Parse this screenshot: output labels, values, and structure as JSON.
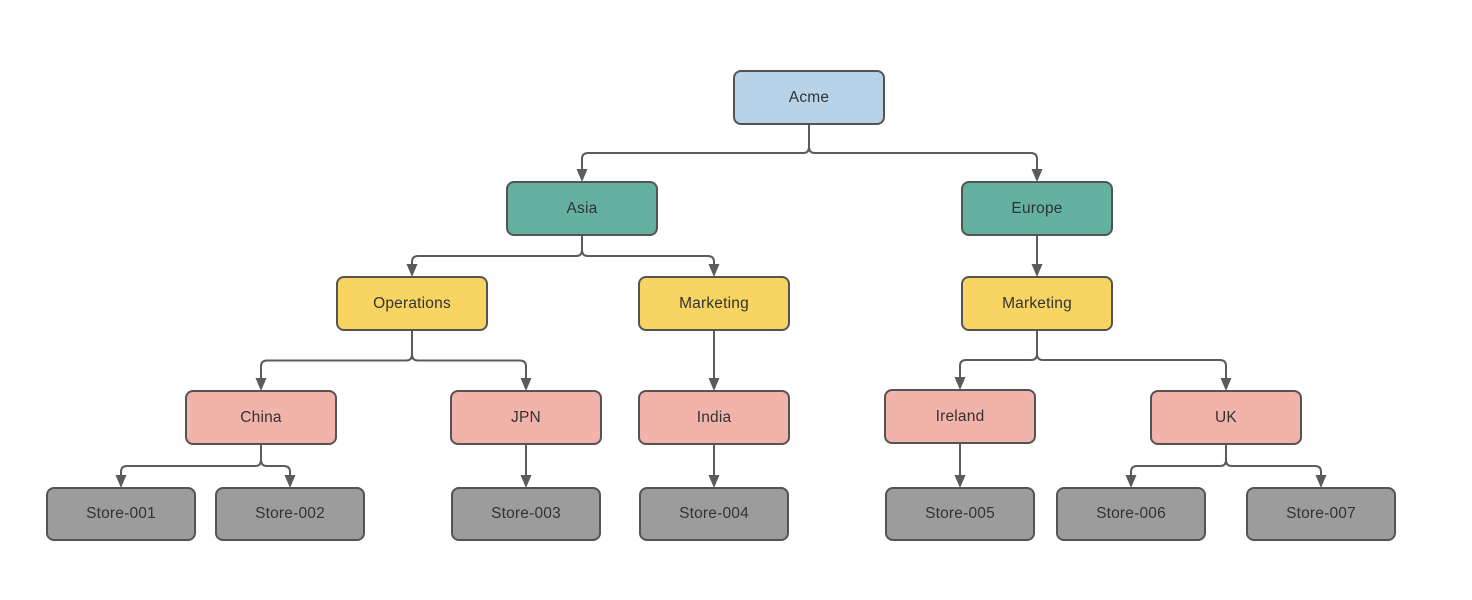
{
  "diagram": {
    "type": "org-chart-tree",
    "background_color": "#ffffff",
    "connector_color": "#5b5b5b",
    "node_border_color": "#545454",
    "node_text_color": "#333333",
    "palette": {
      "blue": "#b8d3e8",
      "teal": "#64b1a1",
      "yellow": "#f8d563",
      "pink": "#f2b3ab",
      "gray": "#9c9c9c"
    },
    "nodes": [
      {
        "id": "acme",
        "label": "Acme",
        "color": "blue",
        "level": 1,
        "parent": null
      },
      {
        "id": "asia",
        "label": "Asia",
        "color": "teal",
        "level": 2,
        "parent": "acme"
      },
      {
        "id": "europe",
        "label": "Europe",
        "color": "teal",
        "level": 2,
        "parent": "acme"
      },
      {
        "id": "operations",
        "label": "Operations",
        "color": "yellow",
        "level": 3,
        "parent": "asia"
      },
      {
        "id": "marketing_asia",
        "label": "Marketing",
        "color": "yellow",
        "level": 3,
        "parent": "asia"
      },
      {
        "id": "marketing_eu",
        "label": "Marketing",
        "color": "yellow",
        "level": 3,
        "parent": "europe"
      },
      {
        "id": "china",
        "label": "China",
        "color": "pink",
        "level": 4,
        "parent": "operations"
      },
      {
        "id": "jpn",
        "label": "JPN",
        "color": "pink",
        "level": 4,
        "parent": "operations"
      },
      {
        "id": "india",
        "label": "India",
        "color": "pink",
        "level": 4,
        "parent": "marketing_asia"
      },
      {
        "id": "ireland",
        "label": "Ireland",
        "color": "pink",
        "level": 4,
        "parent": "marketing_eu"
      },
      {
        "id": "uk",
        "label": "UK",
        "color": "pink",
        "level": 4,
        "parent": "marketing_eu"
      },
      {
        "id": "store_001",
        "label": "Store-001",
        "color": "gray",
        "level": 5,
        "parent": "china"
      },
      {
        "id": "store_002",
        "label": "Store-002",
        "color": "gray",
        "level": 5,
        "parent": "china"
      },
      {
        "id": "store_003",
        "label": "Store-003",
        "color": "gray",
        "level": 5,
        "parent": "jpn"
      },
      {
        "id": "store_004",
        "label": "Store-004",
        "color": "gray",
        "level": 5,
        "parent": "india"
      },
      {
        "id": "store_005",
        "label": "Store-005",
        "color": "gray",
        "level": 5,
        "parent": "ireland"
      },
      {
        "id": "store_006",
        "label": "Store-006",
        "color": "gray",
        "level": 5,
        "parent": "uk"
      },
      {
        "id": "store_007",
        "label": "Store-007",
        "color": "gray",
        "level": 5,
        "parent": "uk"
      }
    ]
  }
}
